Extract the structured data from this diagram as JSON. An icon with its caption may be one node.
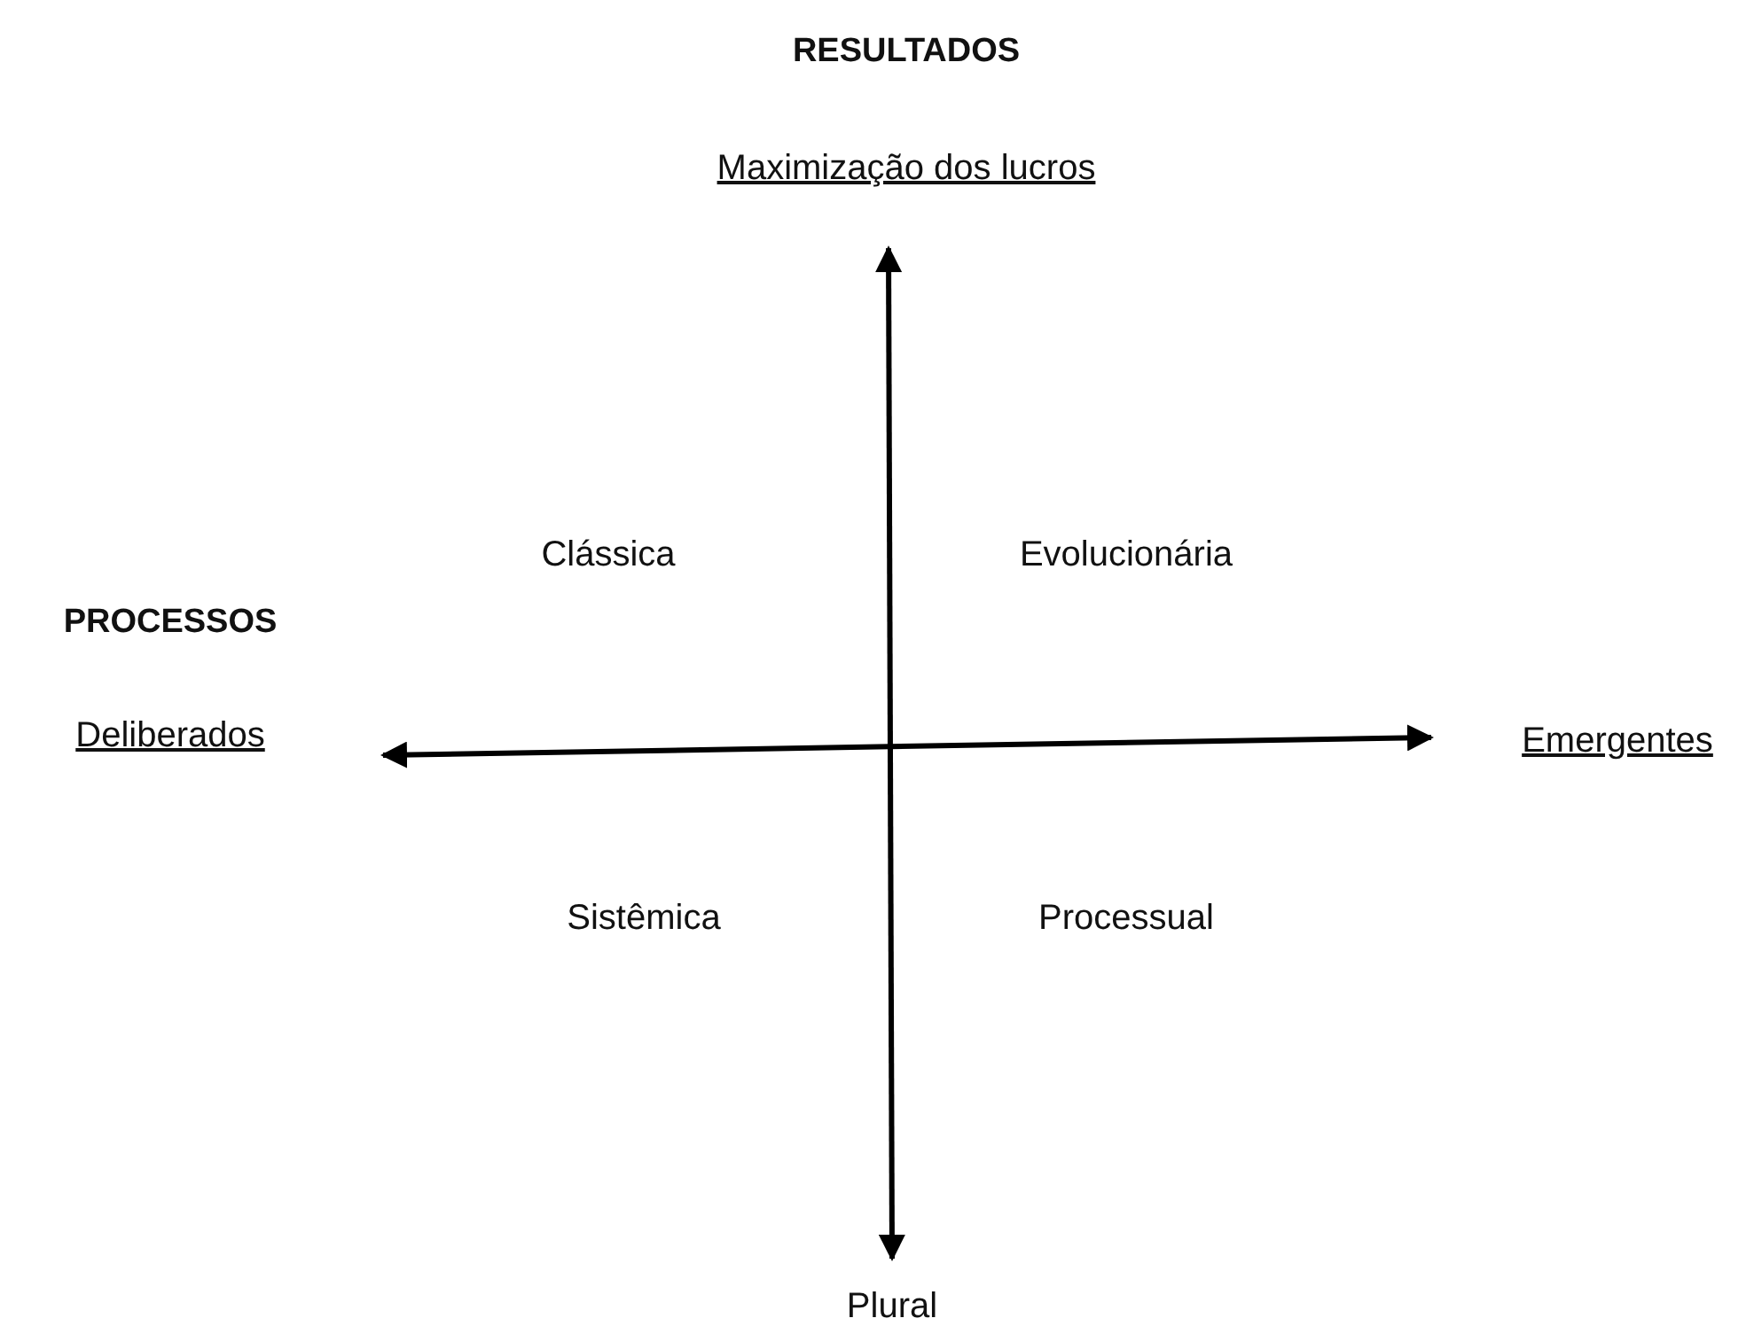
{
  "diagram": {
    "labels": [
      "RESULTADOS",
      "Maximização dos lucros",
      "Clássica",
      "Evolucionária",
      "PROCESSOS",
      "Deliberados",
      "Emergentes",
      "Sistêmica",
      "Processual",
      "Plural"
    ]
  }
}
